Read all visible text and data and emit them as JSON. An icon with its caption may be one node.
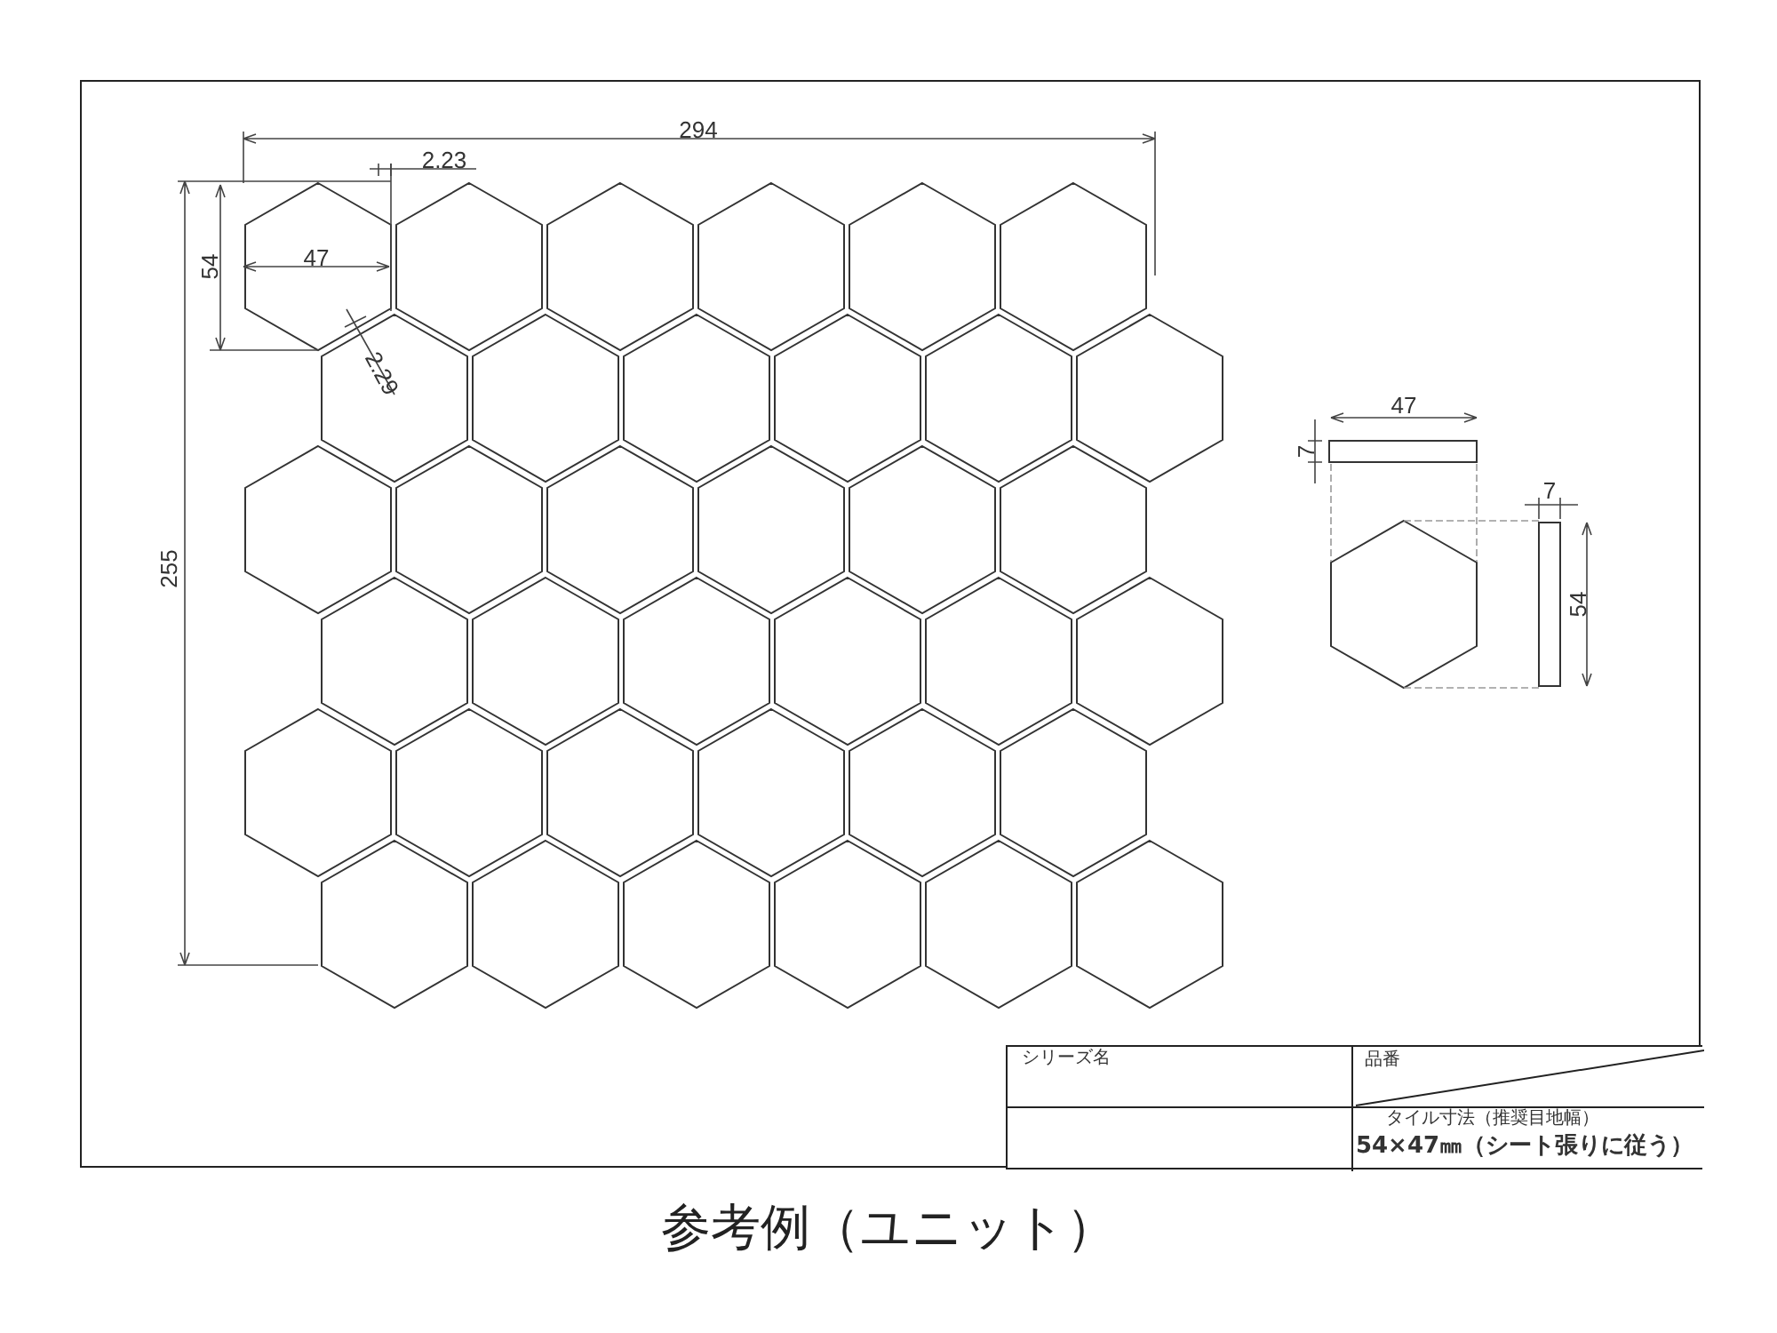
{
  "diagram": {
    "caption": "参考例（ユニット）",
    "labels": [
      "294",
      "2.23",
      "54",
      "47",
      "2.29",
      "47",
      "7",
      "255",
      "7",
      "54",
      "シリーズ名",
      "品番",
      "タイル寸法（推奨目地幅）",
      "54×47㎜（シート張りに従う）"
    ]
  }
}
